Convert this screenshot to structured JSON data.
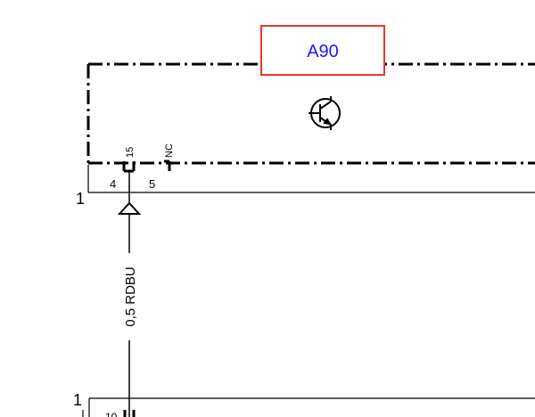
{
  "component": {
    "id": "A90",
    "id_color": "#1a1aff",
    "highlight_color": "#e53935"
  },
  "pins": [
    {
      "pin_number": "4",
      "terminal": "15"
    },
    {
      "pin_number": "5",
      "terminal": "NC"
    }
  ],
  "row_markers": {
    "top": "1",
    "bottom": "1",
    "partial": "10"
  },
  "wire": {
    "label": "0,5 RDBU"
  },
  "icons": [
    "transistor-icon",
    "connector-arrow-icon"
  ]
}
